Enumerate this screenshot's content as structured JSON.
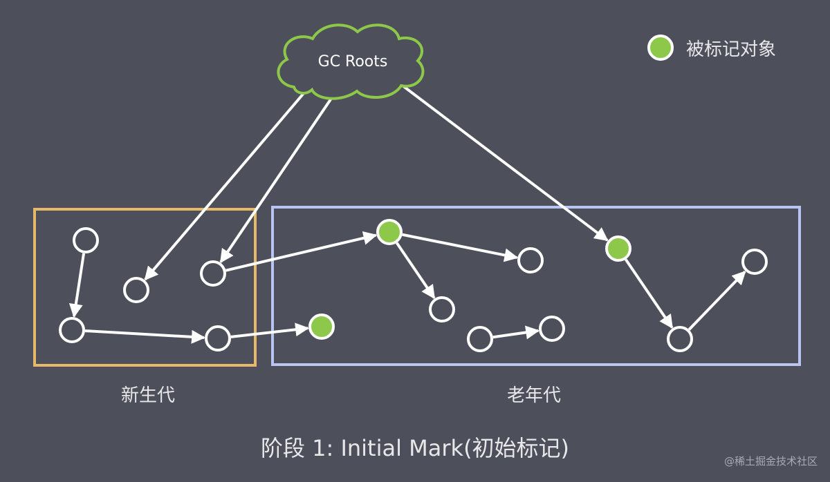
{
  "colors": {
    "background": "#4d4f5a",
    "young_box": "#e6b86a",
    "old_box": "#b8c4f2",
    "marked": "#8dc84a",
    "edge": "#ffffff",
    "cloud_stroke": "#8dc84a"
  },
  "gc_roots": {
    "label": "GC Roots"
  },
  "legend": {
    "label": "被标记对象",
    "icon": "green-dot-icon"
  },
  "regions": {
    "young": {
      "label": "新生代"
    },
    "old": {
      "label": "老年代"
    }
  },
  "caption": "阶段 1: Initial Mark(初始标记)",
  "watermark": "@稀土掘金技术社区",
  "nodes": [
    {
      "id": "y1",
      "region": "young",
      "marked": false
    },
    {
      "id": "y2",
      "region": "young",
      "marked": false
    },
    {
      "id": "y3",
      "region": "young",
      "marked": false
    },
    {
      "id": "y4",
      "region": "young",
      "marked": false
    },
    {
      "id": "y5",
      "region": "young",
      "marked": false
    },
    {
      "id": "o1",
      "region": "old",
      "marked": true
    },
    {
      "id": "o2",
      "region": "old",
      "marked": false
    },
    {
      "id": "o3",
      "region": "old",
      "marked": false
    },
    {
      "id": "o4",
      "region": "old",
      "marked": true
    },
    {
      "id": "o5",
      "region": "old",
      "marked": false
    },
    {
      "id": "o6",
      "region": "old",
      "marked": false
    },
    {
      "id": "o7",
      "region": "old",
      "marked": true
    },
    {
      "id": "o8",
      "region": "old",
      "marked": false
    },
    {
      "id": "o9",
      "region": "old",
      "marked": false
    }
  ],
  "edges": [
    {
      "from": "root",
      "to": "y2"
    },
    {
      "from": "root",
      "to": "y3"
    },
    {
      "from": "root",
      "to": "o7"
    },
    {
      "from": "y1",
      "to": "y4"
    },
    {
      "from": "y4",
      "to": "y5"
    },
    {
      "from": "y5",
      "to": "o4"
    },
    {
      "from": "y3",
      "to": "o1"
    },
    {
      "from": "o1",
      "to": "o2"
    },
    {
      "from": "o1",
      "to": "o3"
    },
    {
      "from": "o5",
      "to": "o6"
    },
    {
      "from": "o7",
      "to": "o8"
    },
    {
      "from": "o8",
      "to": "o9"
    }
  ]
}
